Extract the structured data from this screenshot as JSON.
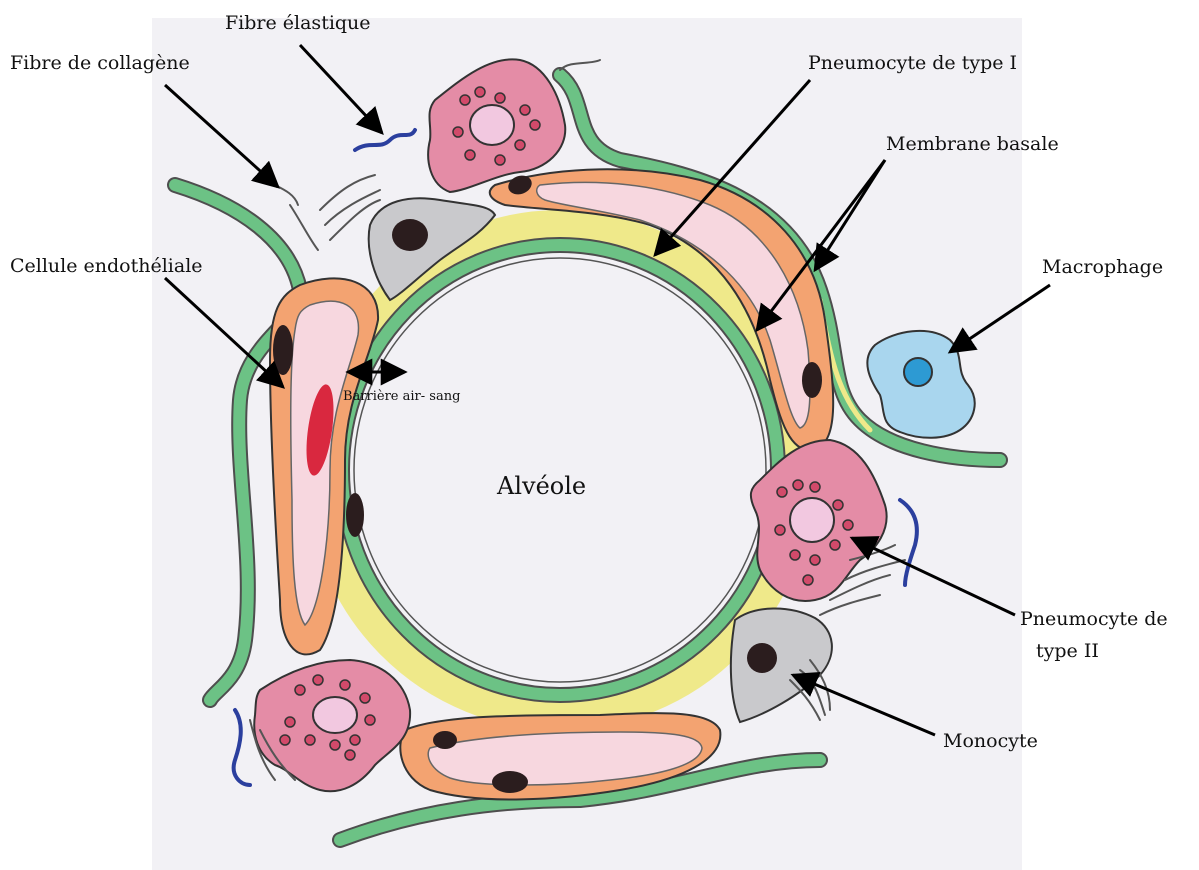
{
  "labels": {
    "fibre_elastique": "Fibre élastique",
    "fibre_collagene": "Fibre de collagène",
    "pneumocyte_type1": "Pneumocyte de type I",
    "membrane_basale": "Membrane basale",
    "cellule_endotheliale": "Cellule endothéliale",
    "macrophage": "Macrophage",
    "barriere_air_sang": "Barrière air- sang",
    "alveole": "Alvéole",
    "pneumocyte_type2_line1": "Pneumocyte de",
    "pneumocyte_type2_line2": "type II",
    "monocyte": "Monocyte"
  },
  "colors": {
    "paper": "#f2f1f5",
    "epithelium_green": "#6cc285",
    "basement_yellow": "#efe98a",
    "capillary_orange": "#f3a371",
    "capillary_lumen_pink": "#f7d7df",
    "pneumocyte2_pink": "#e48ca6",
    "granule_red": "#d24a6a",
    "nucleus_dark": "#2b1d1e",
    "monocyte_grey": "#c9c9cc",
    "macrophage_blue": "#a9d6ee",
    "macrophage_nucleus": "#2d9ad3",
    "elastic_fibre_blue": "#2b3f9e",
    "rbc_red": "#d9283f"
  }
}
